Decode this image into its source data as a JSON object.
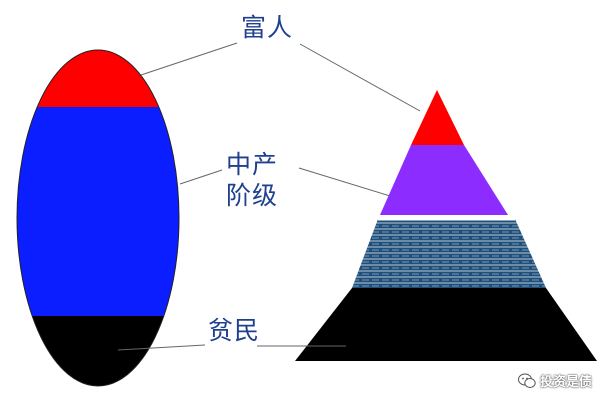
{
  "labels": {
    "rich": "富人",
    "middle_line1": "中产",
    "middle_line2": "阶级",
    "poor": "贫民"
  },
  "watermark": {
    "text": "投资是债",
    "icon": "wechat-icon"
  },
  "colors": {
    "rich": "#ff0000",
    "middle_ellipse": "#0a1eff",
    "middle_pyramid": "#8d2cff",
    "lower_middle_pyramid": "#1f4f7a",
    "poor": "#000000",
    "label_text": "#1f3f8f",
    "connector": "#666666"
  }
}
